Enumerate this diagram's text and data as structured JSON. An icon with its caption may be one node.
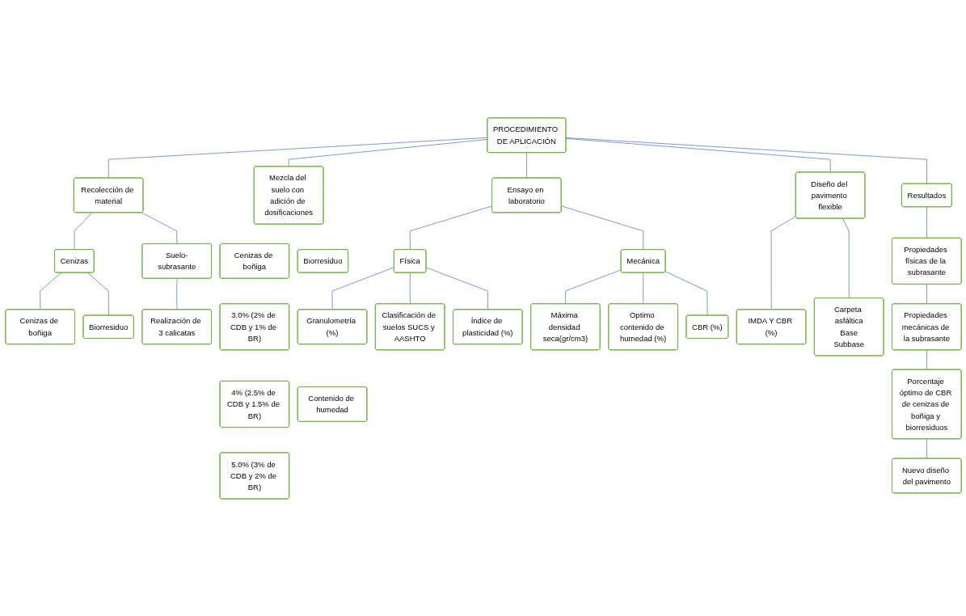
{
  "diagram": {
    "nodes": [
      {
        "text": [
          "PROCEDIMIENTO DE APLICACIÓN"
        ]
      },
      {
        "text": [
          "Recolección de material"
        ]
      },
      {
        "text": [
          "Mezcla del suelo con adición de dosificaciones"
        ]
      },
      {
        "text": [
          "Ensayo en laboratorio"
        ]
      },
      {
        "text": [
          "Diseño del pavimento flexible"
        ]
      },
      {
        "text": [
          "Resultados"
        ]
      },
      {
        "text": [
          "Cenizas"
        ]
      },
      {
        "text": [
          "Suelo-subrasante"
        ]
      },
      {
        "text": [
          "Cenizas de boñiga"
        ]
      },
      {
        "text": [
          "Realización de 3 calicatas"
        ]
      },
      {
        "text": [
          "Biorresiduo"
        ]
      },
      {
        "text": [
          "Cenizas de boñiga"
        ]
      },
      {
        "text": [
          "Biorresiduo"
        ]
      },
      {
        "text": [
          "3.0% (2% de CDB y 1% de BR)"
        ]
      },
      {
        "text": [
          "4% (2.5% de CDB y 1.5% de BR)"
        ]
      },
      {
        "text": [
          "5.0% (3% de CDB y 2% de BR)"
        ]
      },
      {
        "text": [
          "Física"
        ]
      },
      {
        "text": [
          "Mecánica"
        ]
      },
      {
        "text": [
          "Granulometría (%)"
        ]
      },
      {
        "text": [
          "Contenido de humedad"
        ]
      },
      {
        "text": [
          "Clasificación de suelos SUCS y AASHTO"
        ]
      },
      {
        "text": [
          "Índice de plasticidad (%)"
        ]
      },
      {
        "text": [
          "Máxima densidad seca(gr/cm3)"
        ]
      },
      {
        "text": [
          "Optimo contenido de humedad (%)"
        ]
      },
      {
        "text": [
          "CBR (%)"
        ]
      },
      {
        "text": [
          "IMDA Y CBR (%)"
        ]
      },
      {
        "text": [
          "Carpeta asfáltica",
          "Base",
          "Subbase"
        ]
      },
      {
        "text": [
          "Propiedades físicas de la subrasante"
        ]
      },
      {
        "text": [
          "Propiedades mecánicas de la subrasante"
        ]
      },
      {
        "text": [
          "Porcentaje óptimo de CBR de cenizas de boñiga y biorresiduos"
        ]
      },
      {
        "text": [
          "Nuevo diseño del pavimento"
        ]
      }
    ],
    "edges": [
      {
        "from": 0,
        "to": 1,
        "arrow": "none"
      },
      {
        "from": 0,
        "to": 2,
        "arrow": "none"
      },
      {
        "from": 0,
        "to": 3,
        "arrow": "none"
      },
      {
        "from": 0,
        "to": 4,
        "arrow": "none"
      },
      {
        "from": 0,
        "to": 5,
        "arrow": "none"
      },
      {
        "from": 1,
        "to": 6,
        "arrow": "none"
      },
      {
        "from": 1,
        "to": 7,
        "arrow": "none"
      },
      {
        "from": 6,
        "to": 8,
        "arrow": "none"
      },
      {
        "from": 6,
        "to": 10,
        "arrow": "none"
      },
      {
        "from": 7,
        "to": 9,
        "arrow": "none"
      },
      {
        "from": 3,
        "to": 16,
        "arrow": "none"
      },
      {
        "from": 3,
        "to": 17,
        "arrow": "none"
      },
      {
        "from": 16,
        "to": 18,
        "arrow": "none"
      },
      {
        "from": 16,
        "to": 20,
        "arrow": "none"
      },
      {
        "from": 16,
        "to": 21,
        "arrow": "none"
      },
      {
        "from": 17,
        "to": 22,
        "arrow": "none"
      },
      {
        "from": 17,
        "to": 23,
        "arrow": "none"
      },
      {
        "from": 17,
        "to": 24,
        "arrow": "none"
      },
      {
        "from": 4,
        "to": 25,
        "arrow": "none"
      },
      {
        "from": 4,
        "to": 26,
        "arrow": "none"
      },
      {
        "from": 5,
        "to": 27,
        "arrow": "none"
      },
      {
        "from": 27,
        "to": 28,
        "arrow": "none"
      },
      {
        "from": 28,
        "to": 29,
        "arrow": "none"
      },
      {
        "from": 29,
        "to": 30,
        "arrow": "none"
      }
    ]
  }
}
